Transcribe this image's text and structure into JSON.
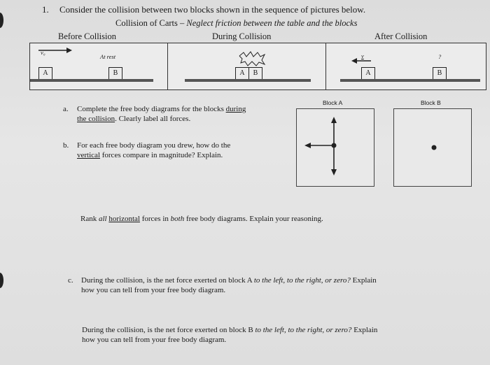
{
  "question": {
    "number": "1.",
    "intro": "Consider the collision between two blocks shown in the sequence of pictures below.",
    "subtitle_main": "Collision of Carts – ",
    "subtitle_ital": "Neglect friction between the table and the blocks"
  },
  "panels": {
    "before": {
      "heading": "Before Collision",
      "velocity_label": "v₀",
      "at_rest": "At rest",
      "block_a": "A",
      "block_b": "B"
    },
    "during": {
      "heading": "During Collision",
      "block_a": "A",
      "block_b": "B"
    },
    "after": {
      "heading": "After Collision",
      "velocity_label": "v",
      "unknown": "?",
      "block_a": "A",
      "block_b": "B"
    }
  },
  "fbd": {
    "block_a_label": "Block A",
    "block_b_label": "Block B"
  },
  "parts": {
    "a_letter": "a.",
    "a_line1_pre": "Complete the free body diagrams for the blocks ",
    "a_line1_u": "during",
    "a_line2_u": "the collision",
    "a_line2_post": ". Clearly label all forces.",
    "b_letter": "b.",
    "b_line1": "For each free body diagram you drew, how do the",
    "b_line2_u": "vertical",
    "b_line2_post": " forces compare in magnitude? Explain.",
    "rank_pre": "Rank ",
    "rank_all": "all",
    "rank_u": "horizontal",
    "rank_mid": " forces in ",
    "rank_both": "both",
    "rank_post": " free body diagrams. Explain your reasoning.",
    "c_letter": "c.",
    "c_line1_pre": "During the collision, is the net force exerted on block A ",
    "c_line1_ital": "to the left, to the right, or zero?",
    "c_line1_post": " Explain",
    "c_line2": "how you can tell from your free body diagram.",
    "d_line1_pre": "During the collision, is the net force exerted on block B ",
    "d_line1_ital": "to the left, to the right, or zero?",
    "d_line1_post": " Explain",
    "d_line2": "how you can tell from your free body diagram."
  }
}
